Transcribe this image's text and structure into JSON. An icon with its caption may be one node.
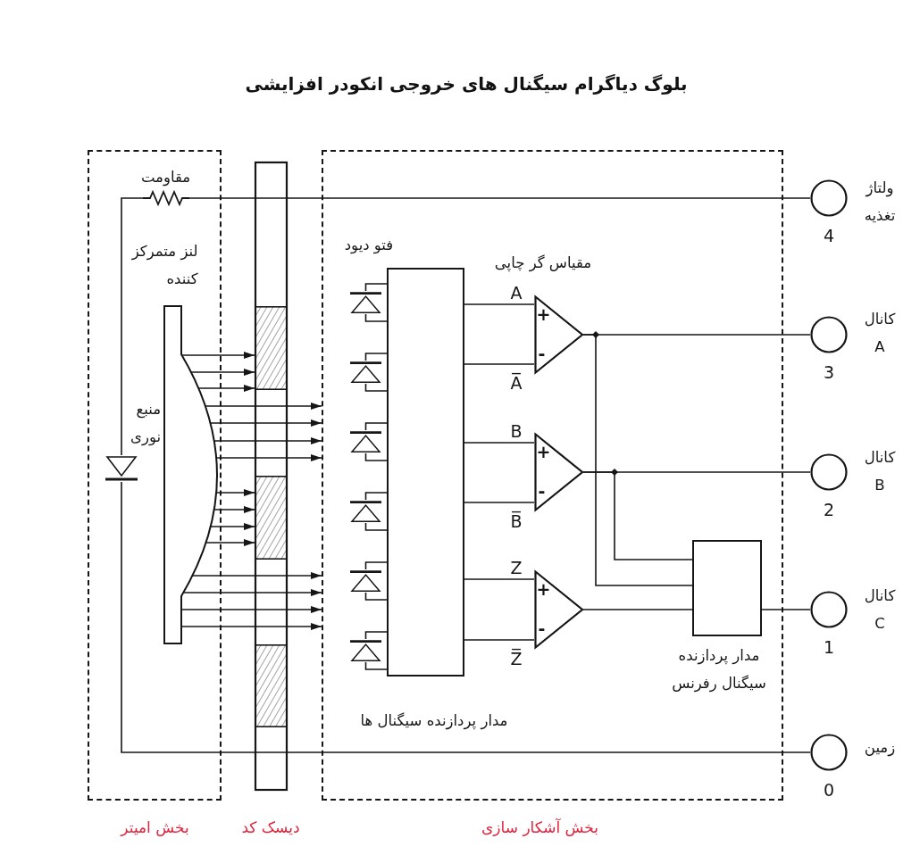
{
  "diagram": {
    "title": "بلوگ دیاگرام سیگنال های خروجی انکودر افزایشی",
    "nodes": [
      {
        "text": [
          "بخش امیتر"
        ]
      },
      {
        "text": [],
        "shape": "resistor",
        "beside": [
          "مقاومت"
        ],
        "in": 0
      },
      {
        "text": [],
        "shape": "lens",
        "beside": [
          "لنز متمرکز کننده"
        ],
        "in": 0
      },
      {
        "text": [],
        "shape": "diode",
        "in": 0
      },
      {
        "text": [],
        "shape": "bar"
      },
      {
        "text": [],
        "shape": "bar"
      },
      {
        "text": [],
        "shape": "bar"
      },
      {
        "text": [
          "بخش آشکار سازی"
        ]
      },
      {
        "text": [],
        "shape": "diode",
        "in": 7
      },
      {
        "text": [],
        "shape": "diode",
        "in": 7
      },
      {
        "text": [],
        "shape": "diode",
        "in": 7
      },
      {
        "text": [],
        "shape": "diode",
        "in": 7
      },
      {
        "text": [],
        "shape": "diode",
        "in": 7
      },
      {
        "text": [],
        "shape": "diode",
        "in": 7
      },
      {
        "text": [],
        "shape": "box",
        "beside": [
          "مدار پردازنده سیگنال ها"
        ],
        "in": 7
      },
      {
        "text": [
          "+",
          "-"
        ],
        "in": 7
      },
      {
        "text": [
          "+",
          "-"
        ],
        "in": 7
      },
      {
        "text": [
          "+",
          "-"
        ],
        "in": 7
      },
      {
        "text": [],
        "shape": "box",
        "beside": [
          "مدار پردازنده سیگنال رفرنس"
        ],
        "in": 7
      },
      {
        "text": [],
        "shape": "circle",
        "beside": [
          "ولتاژ تغذیه",
          "4"
        ]
      },
      {
        "text": [],
        "shape": "circle",
        "beside": [
          "کانال A",
          "3"
        ]
      },
      {
        "text": [],
        "shape": "circle",
        "beside": [
          "کانال B",
          "2"
        ]
      },
      {
        "text": [],
        "shape": "circle",
        "beside": [
          "کانال C",
          "1"
        ]
      },
      {
        "text": [],
        "shape": "circle",
        "beside": [
          "زمین",
          "0"
        ]
      }
    ],
    "edges": [
      {
        "from": 2,
        "to": 4,
        "arrow": "to"
      },
      {
        "from": 2,
        "to": 4,
        "arrow": "to"
      },
      {
        "from": 2,
        "to": 4,
        "arrow": "to"
      },
      {
        "from": 2,
        "to": 7,
        "arrow": "to"
      },
      {
        "from": 2,
        "to": 7,
        "arrow": "to"
      },
      {
        "from": 2,
        "to": 7,
        "arrow": "to"
      },
      {
        "from": 2,
        "to": 7,
        "arrow": "to"
      },
      {
        "from": 2,
        "to": 5,
        "arrow": "to"
      },
      {
        "from": 2,
        "to": 5,
        "arrow": "to"
      },
      {
        "from": 2,
        "to": 5,
        "arrow": "to"
      },
      {
        "from": 2,
        "to": 5,
        "arrow": "to"
      },
      {
        "from": 2,
        "to": 7,
        "arrow": "to"
      },
      {
        "from": 2,
        "to": 7,
        "arrow": "to"
      },
      {
        "from": 2,
        "to": 7,
        "arrow": "to"
      },
      {
        "from": 2,
        "to": 7,
        "arrow": "to"
      },
      {
        "from": 1,
        "to": 19,
        "arrow": "none"
      },
      {
        "from": 1,
        "to": 3,
        "arrow": "none"
      },
      {
        "from": 3,
        "to": 23,
        "arrow": "none"
      },
      {
        "from": 8,
        "to": 14,
        "arrow": "none"
      },
      {
        "from": 9,
        "to": 14,
        "arrow": "none"
      },
      {
        "from": 10,
        "to": 14,
        "arrow": "none"
      },
      {
        "from": 11,
        "to": 14,
        "arrow": "none"
      },
      {
        "from": 12,
        "to": 14,
        "arrow": "none"
      },
      {
        "from": 13,
        "to": 14,
        "arrow": "none"
      },
      {
        "from": 14,
        "to": 15,
        "arrow": "none",
        "label": "A"
      },
      {
        "from": 14,
        "to": 15,
        "arrow": "none",
        "label": "A̅"
      },
      {
        "from": 14,
        "to": 16,
        "arrow": "none",
        "label": "B"
      },
      {
        "from": 14,
        "to": 16,
        "arrow": "none",
        "label": "B̅"
      },
      {
        "from": 14,
        "to": 17,
        "arrow": "none",
        "label": "Z"
      },
      {
        "from": 14,
        "to": 17,
        "arrow": "none",
        "label": "Z̅"
      },
      {
        "from": 15,
        "to": 20,
        "arrow": "none"
      },
      {
        "from": 15,
        "to": 18,
        "arrow": "none"
      },
      {
        "from": 16,
        "to": 21,
        "arrow": "none"
      },
      {
        "from": 16,
        "to": 18,
        "arrow": "none"
      },
      {
        "from": 17,
        "to": 18,
        "arrow": "none"
      },
      {
        "from": 18,
        "to": 22,
        "arrow": "none"
      }
    ],
    "labels": [
      "فتو دیود",
      "مقیاس گر چاپی",
      "منبع نوری",
      "دیسک کد"
    ]
  }
}
